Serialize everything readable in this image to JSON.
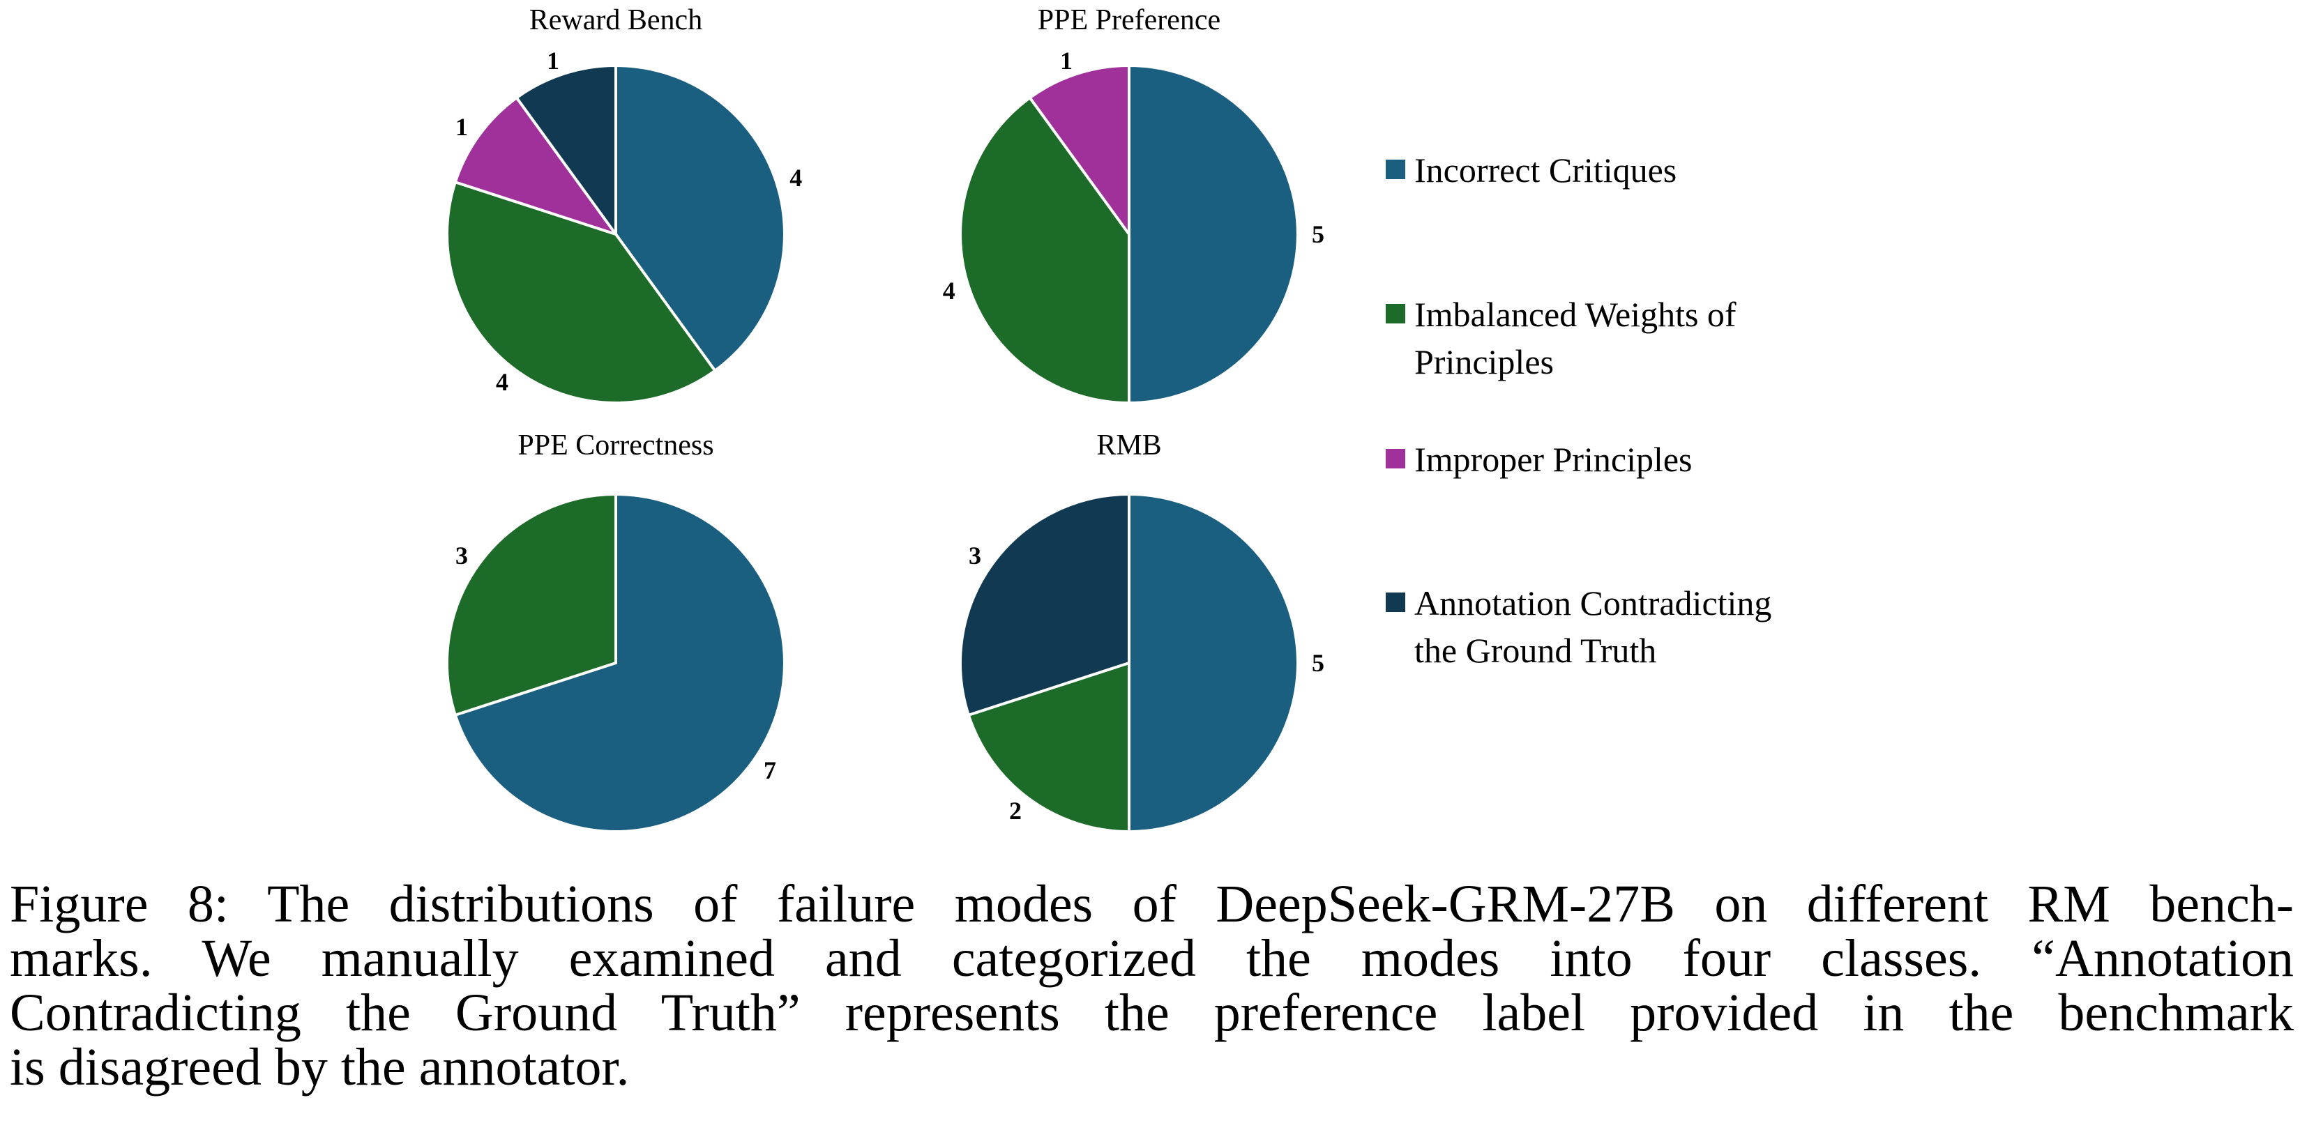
{
  "chart_data": [
    {
      "type": "pie",
      "title": "Reward Bench",
      "categories": [
        "Incorrect Critiques",
        "Imbalanced Weights of Principles",
        "Improper Principles",
        "Annotation Contradicting the Ground Truth"
      ],
      "values": [
        4,
        4,
        1,
        1
      ],
      "labels": [
        "4",
        "4",
        "1",
        "1"
      ]
    },
    {
      "type": "pie",
      "title": "PPE Preference",
      "categories": [
        "Incorrect Critiques",
        "Imbalanced Weights of Principles",
        "Improper Principles"
      ],
      "values": [
        5,
        4,
        1
      ],
      "labels": [
        "5",
        "4",
        "1"
      ]
    },
    {
      "type": "pie",
      "title": "PPE Correctness",
      "categories": [
        "Incorrect Critiques",
        "Imbalanced Weights of Principles"
      ],
      "values": [
        7,
        3
      ],
      "labels": [
        "7",
        "3"
      ]
    },
    {
      "type": "pie",
      "title": "RMB",
      "categories": [
        "Incorrect Critiques",
        "Imbalanced Weights of Principles",
        "Annotation Contradicting the Ground Truth"
      ],
      "values": [
        5,
        2,
        3
      ],
      "labels": [
        "5",
        "2",
        "3"
      ]
    }
  ],
  "legend": {
    "placement": "right",
    "entries": [
      {
        "lines": [
          "Incorrect Critiques"
        ],
        "color": "#1a5f80"
      },
      {
        "lines": [
          "Imbalanced Weights of",
          "Principles"
        ],
        "color": "#1c6b28"
      },
      {
        "lines": [
          "Improper Principles"
        ],
        "color": "#a0319b"
      },
      {
        "lines": [
          "Annotation Contradicting",
          "the Ground Truth"
        ],
        "color": "#113a52"
      }
    ]
  },
  "colors": {
    "Incorrect Critiques": "#1a5f80",
    "Imbalanced Weights of Principles": "#1c6b28",
    "Improper Principles": "#a0319b",
    "Annotation Contradicting the Ground Truth": "#113a52"
  },
  "caption": {
    "lines": [
      "Figure 8: The distributions of failure modes of DeepSeek-GRM-27B on different RM bench-",
      "marks. We manually examined and categorized the modes into four classes. “Annotation",
      "Contradicting the Ground Truth” represents the preference label provided in the benchmark",
      "is disagreed by the annotator."
    ]
  }
}
